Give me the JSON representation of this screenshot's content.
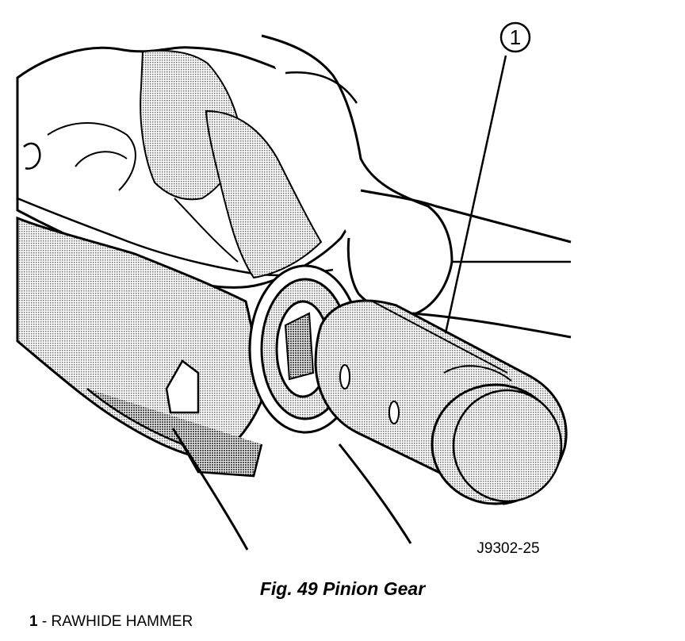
{
  "callout": {
    "number": "1"
  },
  "figure_id": "J9302-25",
  "caption": "Fig. 49 Pinion Gear",
  "legend": [
    {
      "number": "1",
      "separator": " - ",
      "text": "RAWHIDE HAMMER"
    }
  ]
}
